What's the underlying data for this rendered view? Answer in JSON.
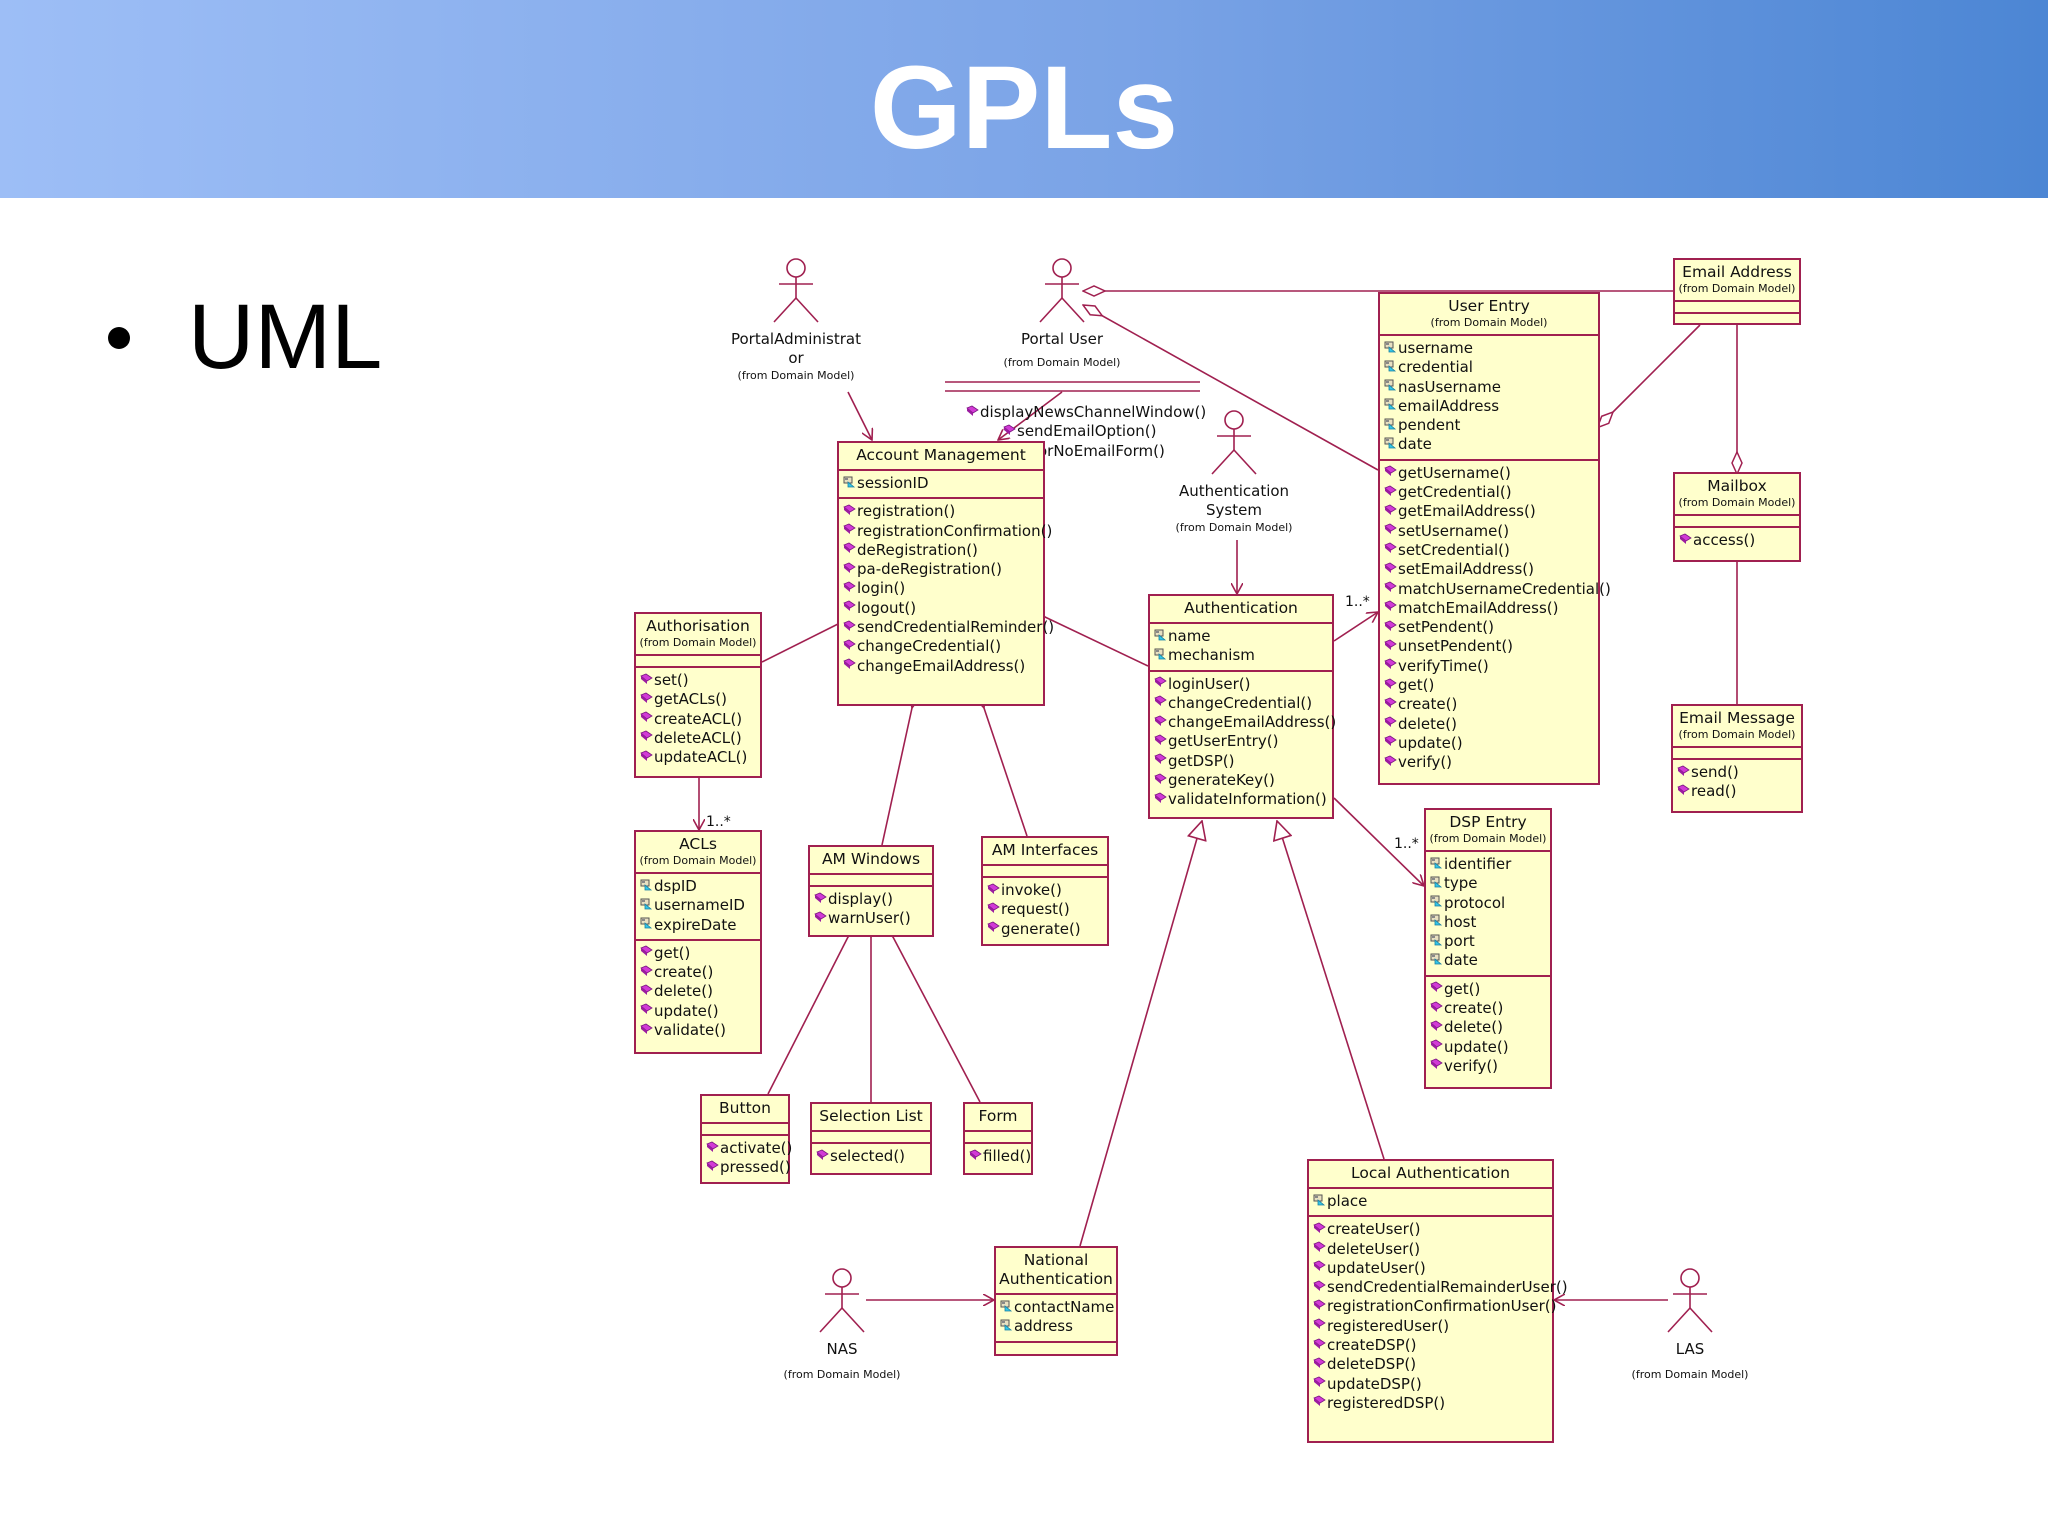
{
  "slide": {
    "title": "GPLs",
    "bullet": "UML"
  },
  "colors": {
    "class_fill": "#ffffcc",
    "class_border": "#a02050",
    "line": "#a02050",
    "header_start": "#9dbef6",
    "header_end": "#4c86d4"
  },
  "from_domain_model": "(from Domain Model)",
  "actors": {
    "portal_admin": {
      "name_lines": [
        "PortalAdministrat",
        "or"
      ]
    },
    "portal_user": {
      "name_lines": [
        "Portal User"
      ]
    },
    "auth_system": {
      "name_lines": [
        "Authentication",
        "System"
      ]
    },
    "nas": {
      "name_lines": [
        "NAS"
      ]
    },
    "las": {
      "name_lines": [
        "LAS"
      ]
    }
  },
  "classes": {
    "account_management": {
      "name": "Account Management",
      "attributes": [
        "sessionID"
      ],
      "operations": [
        "registration()",
        "registrationConfirmation()",
        "deRegistration()",
        "pa-deRegistration()",
        "login()",
        "logout()",
        "sendCredentialReminder()",
        "changeCredential()",
        "changeEmailAddress()"
      ]
    },
    "user_entry": {
      "name": "User Entry",
      "attributes": [
        "username",
        "credential",
        "nasUsername",
        "emailAddress",
        "pendent",
        "date"
      ],
      "operations": [
        "getUsername()",
        "getCredential()",
        "getEmailAddress()",
        "setUsername()",
        "setCredential()",
        "setEmailAddress()",
        "matchUsernameCredential()",
        "matchEmailAddress()",
        "setPendent()",
        "unsetPendent()",
        "verifyTime()",
        "get()",
        "create()",
        "delete()",
        "update()",
        "verify()"
      ]
    },
    "email_address": {
      "name": "Email Address",
      "attributes": [],
      "operations": []
    },
    "mailbox": {
      "name": "Mailbox",
      "attributes": [],
      "operations": [
        "access()"
      ]
    },
    "email_message": {
      "name": "Email Message",
      "attributes": [],
      "operations": [
        "send()",
        "read()"
      ]
    },
    "authorisation": {
      "name": "Authorisation",
      "attributes": [],
      "operations": [
        "set()",
        "getACLs()",
        "createACL()",
        "deleteACL()",
        "updateACL()"
      ]
    },
    "acls": {
      "name": "ACLs",
      "attributes": [
        "dspID",
        "usernameID",
        "expireDate"
      ],
      "operations": [
        "get()",
        "create()",
        "delete()",
        "update()",
        "validate()"
      ]
    },
    "authentication": {
      "name": "Authentication",
      "attributes": [
        "name",
        "mechanism"
      ],
      "operations": [
        "loginUser()",
        "changeCredential()",
        "changeEmailAddress()",
        "getUserEntry()",
        "getDSP()",
        "generateKey()",
        "validateInformation()"
      ]
    },
    "dsp_entry": {
      "name": "DSP Entry",
      "attributes": [
        "identifier",
        "type",
        "protocol",
        "host",
        "port",
        "date"
      ],
      "operations": [
        "get()",
        "create()",
        "delete()",
        "update()",
        "verify()"
      ]
    },
    "am_windows": {
      "name": "AM Windows",
      "attributes": [],
      "operations": [
        "display()",
        "warnUser()"
      ]
    },
    "am_interfaces": {
      "name": "AM Interfaces",
      "attributes": [],
      "operations": [
        "invoke()",
        "request()",
        "generate()"
      ]
    },
    "button": {
      "name": "Button",
      "attributes": [],
      "operations": [
        "activate()",
        "pressed()"
      ]
    },
    "selection_list": {
      "name": "Selection List",
      "attributes": [],
      "operations": [
        "selected()"
      ]
    },
    "form": {
      "name": "Form",
      "attributes": [],
      "operations": [
        "filled()"
      ]
    },
    "national_auth": {
      "name_lines": [
        "National",
        "Authentication"
      ],
      "attributes": [
        "contactName",
        "address"
      ],
      "operations": []
    },
    "local_auth": {
      "name": "Local Authentication",
      "attributes": [
        "place"
      ],
      "operations": [
        "createUser()",
        "deleteUser()",
        "updateUser()",
        "sendCredentialRemainderUser()",
        "registrationConfirmationUser()",
        "registeredUser()",
        "createDSP()",
        "deleteDSP()",
        "updateDSP()",
        "registeredDSP()"
      ]
    }
  },
  "portal_user_operations": [
    "displayNewsChannelWindow()",
    "sendEmailOption()",
    "errorNoEmailForm()"
  ],
  "multiplicities": {
    "acls": "1..*",
    "user_entry": "1..*",
    "dsp_entry": "1..*"
  }
}
